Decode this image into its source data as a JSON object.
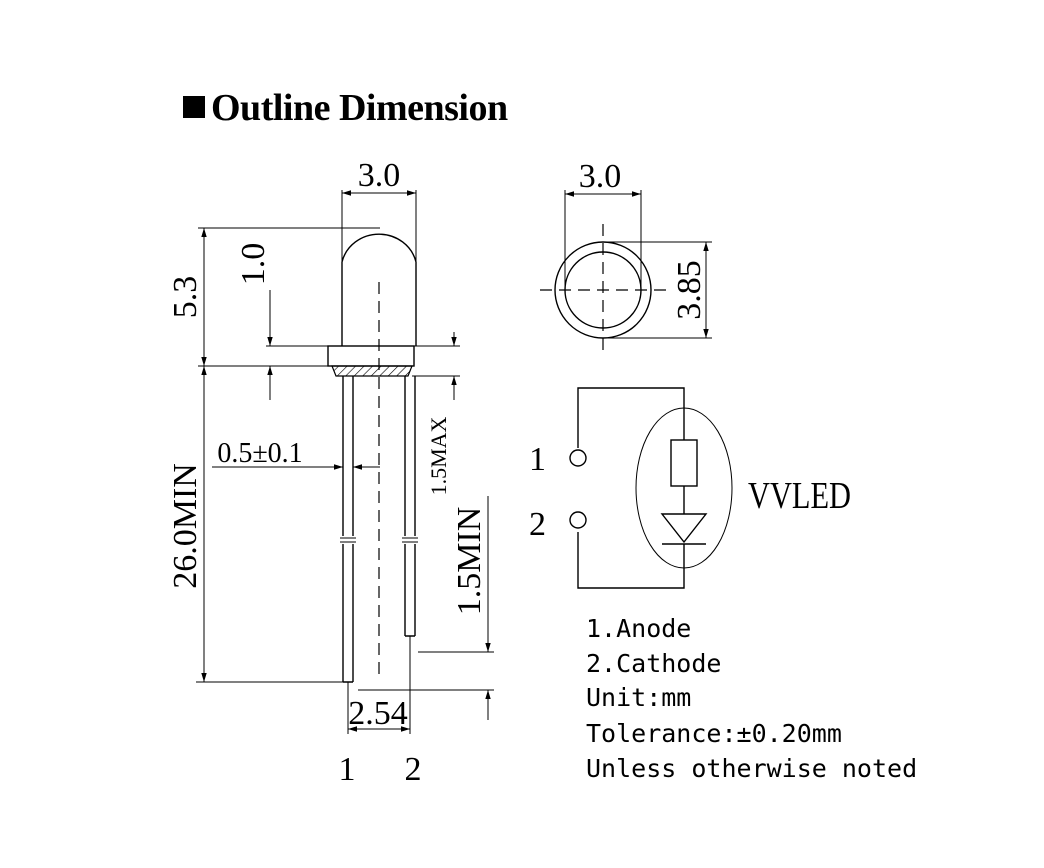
{
  "title": "Outline Dimension",
  "side_view": {
    "width_label": "3.0",
    "height_label": "5.3",
    "dome_label": "1.0",
    "lead_length_label": "26.0MIN",
    "lead_width_label": "0.5±0.1",
    "flange_label": "1.5MAX",
    "lead_offset_label": "1.5MIN",
    "pitch_label": "2.54",
    "pin1_label": "1",
    "pin2_label": "2"
  },
  "top_view": {
    "width_label": "3.0",
    "diameter_label": "3.85"
  },
  "schematic": {
    "pin1": "1",
    "pin2": "2",
    "part_label": "VVLED"
  },
  "notes": [
    "1.Anode",
    "2.Cathode",
    "Unit:mm",
    "Tolerance:±0.20mm",
    "Unless otherwise noted"
  ]
}
